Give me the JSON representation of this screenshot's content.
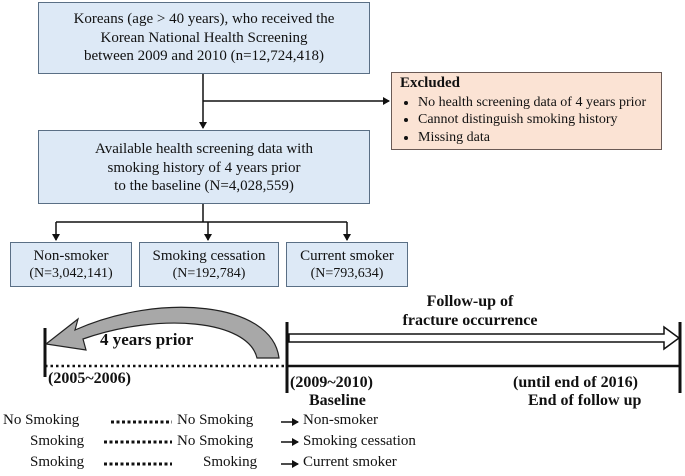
{
  "boxes": {
    "source": [
      "Koreans (age > 40 years), who received the",
      "Korean National Health Screening",
      "between 2009 and 2010 (n=12,724,418)"
    ],
    "available": [
      "Available health screening data with",
      "smoking history of 4 years prior",
      "to the baseline (N=4,028,559)"
    ],
    "nonsmoker": [
      "Non-smoker",
      "(N=3,042,141)"
    ],
    "cessation": [
      "Smoking cessation",
      "(N=192,784)"
    ],
    "current": [
      "Current smoker",
      "(N=793,634)"
    ]
  },
  "excluded": {
    "title": "Excluded",
    "items": [
      "No health screening data of 4 years prior",
      "Cannot distinguish smoking history",
      "Missing data"
    ]
  },
  "timeline": {
    "followup": [
      "Follow-up of",
      "fracture occurrence"
    ],
    "prior": "4 years prior",
    "period_prior": "(2005~2006)",
    "period_baseline": "(2009~2010)",
    "baseline": "Baseline",
    "period_end": "(until end of 2016)",
    "end": "End of follow up"
  },
  "legend": [
    {
      "prior": "No Smoking",
      "baseline": "No Smoking",
      "group": "Non-smoker"
    },
    {
      "prior": "Smoking",
      "baseline": "No Smoking",
      "group": "Smoking cessation"
    },
    {
      "prior": "Smoking",
      "baseline": "Smoking",
      "group": "Current smoker"
    }
  ],
  "colors": {
    "box_fill": "#dde9f6",
    "excluded_fill": "#fbe3d4",
    "line": "#111111"
  }
}
